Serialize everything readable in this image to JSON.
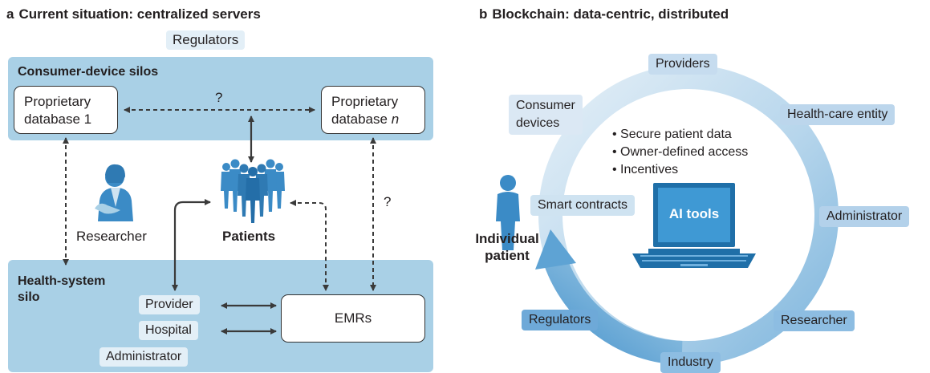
{
  "panel_a": {
    "letter": "a",
    "title": "Current situation: centralized servers",
    "regulators": "Regulators",
    "consumer_silo_title": "Consumer-device silos",
    "db1": [
      "Proprietary",
      "database 1"
    ],
    "dbn_line1": "Proprietary",
    "dbn_line2_prefix": "database ",
    "dbn_line2_italic": "n",
    "question_mark_top": "?",
    "question_mark_right": "?",
    "researcher": "Researcher",
    "patients": "Patients",
    "health_silo_title": [
      "Health-system",
      "silo"
    ],
    "provider": "Provider",
    "hospital": "Hospital",
    "administrator": "Administrator",
    "emrs": "EMRs"
  },
  "panel_b": {
    "letter": "b",
    "title": "Blockchain: data-centric, distributed",
    "rim_labels": {
      "providers": "Providers",
      "consumer_devices": [
        "Consumer",
        "devices"
      ],
      "health_care_entity": "Health-care entity",
      "administrator": "Administrator",
      "researcher": "Researcher",
      "industry": "Industry",
      "regulators": "Regulators",
      "smart_contracts": "Smart contracts"
    },
    "bullets": [
      "Secure patient data",
      "Owner-defined access",
      "Incentives"
    ],
    "ai_tools": "AI tools",
    "individual_patient": [
      "Individual",
      "patient"
    ]
  },
  "colors": {
    "silo_blue": "#a9d0e6",
    "pill_blue": "#e3eff7",
    "figure_blue": "#3b8bc6",
    "ring_light": "#d6e8f4",
    "ring_dark": "#5ea3d4",
    "arrow_gray": "#3a3a3a"
  }
}
